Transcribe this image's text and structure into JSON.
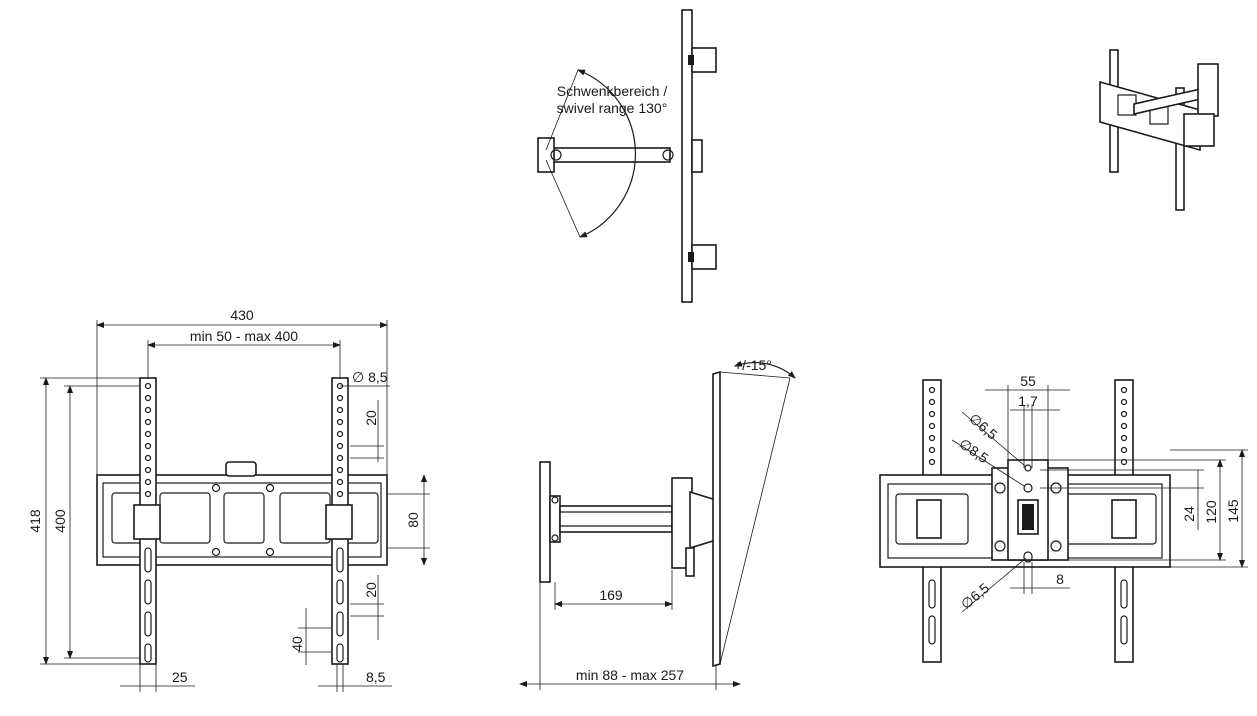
{
  "side_top": {
    "label_line1": "Schwenkbereich /",
    "label_line2": "swivel range 130°"
  },
  "front_view": {
    "width_total": "430",
    "vesa_width": "min 50 - max 400",
    "hole_diameter": "∅ 8,5",
    "pitch_top": "20",
    "rail_height": "80",
    "height_total": "418",
    "vesa_height": "400",
    "pitch_bottom": "20",
    "slot_length": "40",
    "arm_width": "25",
    "slot_width": "8,5"
  },
  "side_view": {
    "tilt": "+/-15°",
    "arm_length": "169",
    "depth": "min 88 - max 257"
  },
  "wall_plate": {
    "width_55": "55",
    "width_17": "1,7",
    "hole_65_top": "∅6,5",
    "hole_85": "∅8,5",
    "dim_24": "24",
    "dim_120": "120",
    "dim_145": "145",
    "hole_65_bottom": "∅6,5",
    "dim_8": "8"
  }
}
